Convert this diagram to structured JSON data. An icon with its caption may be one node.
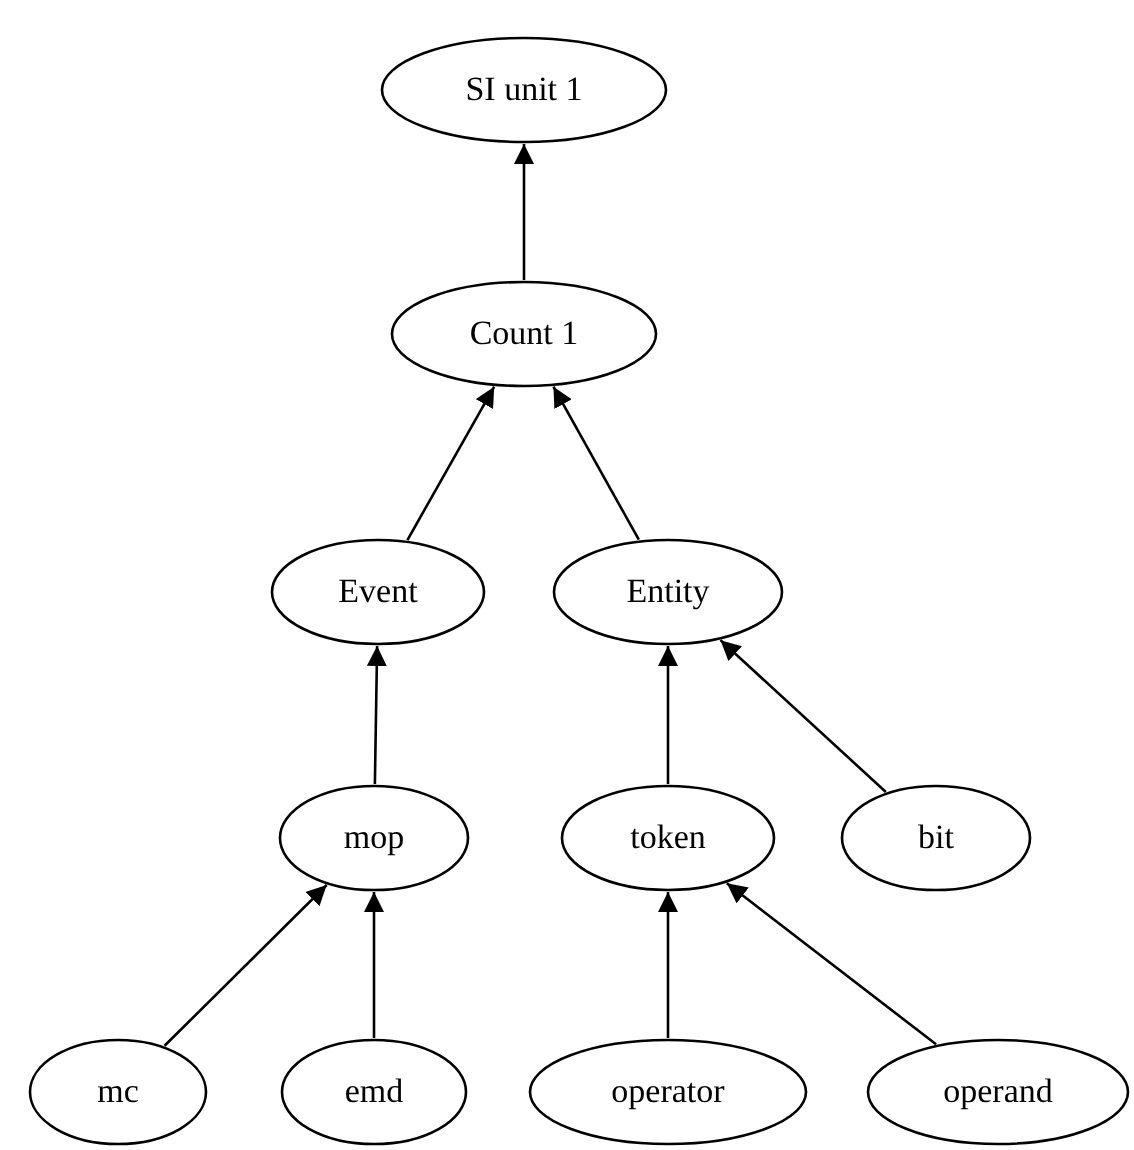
{
  "diagram": {
    "nodes": [
      {
        "text": [
          "SI unit 1"
        ]
      },
      {
        "text": [
          "Count 1"
        ]
      },
      {
        "text": [
          "Event"
        ]
      },
      {
        "text": [
          "Entity"
        ]
      },
      {
        "text": [
          "mop"
        ]
      },
      {
        "text": [
          "token"
        ]
      },
      {
        "text": [
          "bit"
        ]
      },
      {
        "text": [
          "mc"
        ]
      },
      {
        "text": [
          "emd"
        ]
      },
      {
        "text": [
          "operator"
        ]
      },
      {
        "text": [
          "operand"
        ]
      }
    ],
    "edges": [
      {
        "from": 1,
        "to": 0,
        "arrow": "to"
      },
      {
        "from": 2,
        "to": 1,
        "arrow": "to"
      },
      {
        "from": 3,
        "to": 1,
        "arrow": "to"
      },
      {
        "from": 4,
        "to": 2,
        "arrow": "to"
      },
      {
        "from": 5,
        "to": 3,
        "arrow": "to"
      },
      {
        "from": 6,
        "to": 3,
        "arrow": "to"
      },
      {
        "from": 7,
        "to": 4,
        "arrow": "to"
      },
      {
        "from": 8,
        "to": 4,
        "arrow": "to"
      },
      {
        "from": 9,
        "to": 5,
        "arrow": "to"
      },
      {
        "from": 10,
        "to": 5,
        "arrow": "to"
      }
    ]
  }
}
